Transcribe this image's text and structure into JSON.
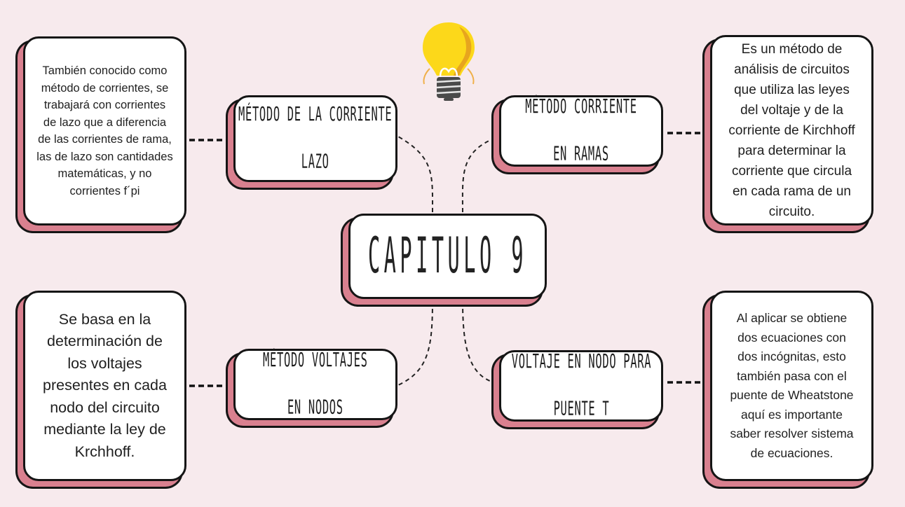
{
  "center": {
    "title": "CAPITULO 9"
  },
  "topics": {
    "top_left": {
      "line1": "Método de la corriente",
      "line2": "lazo"
    },
    "top_right": {
      "line1": "Método corriente",
      "line2": "en ramas"
    },
    "bottom_left": {
      "line1": "Método voltajes",
      "line2": "en nodos"
    },
    "bottom_right": {
      "line1": "Voltaje en nodo para",
      "line2": "puente T"
    }
  },
  "descriptions": {
    "top_left": [
      "También conocido como",
      "método de corrientes, se",
      "trabajará con corrientes",
      "de lazo que a diferencia",
      "de las corrientes de rama,",
      "las de lazo son cantidades",
      "matemáticas, y no",
      "corrientes f´pi"
    ],
    "top_right": [
      "Es un método de",
      "análisis de circuitos",
      "que utiliza las leyes",
      "del voltaje y de la",
      "corriente de Kirchhoff",
      "para determinar la",
      "corriente que circula",
      "en cada rama de un",
      "circuito."
    ],
    "bottom_left": [
      "Se basa en la",
      "determinación de",
      "los voltajes",
      "presentes en cada",
      "nodo del circuito",
      "mediante la ley de",
      "Krchhoff."
    ],
    "bottom_right": [
      "Al aplicar se obtiene",
      "dos ecuaciones con",
      "dos incógnitas, esto",
      "también pasa con el",
      "puente de Wheatstone",
      "aquí es importante",
      "saber resolver sistema",
      "de ecuaciones."
    ]
  },
  "icons": {
    "top_center": "lightbulb-icon"
  },
  "colors": {
    "background": "#f7eaed",
    "card_shadow": "#d9808f",
    "outline": "#151515",
    "bulb": "#fcd81a"
  }
}
